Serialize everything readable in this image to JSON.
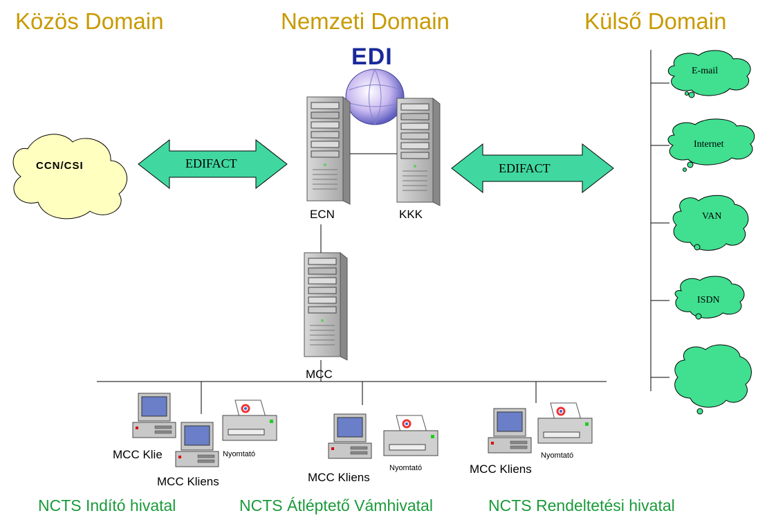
{
  "domains": {
    "common": "Közös Domain",
    "national": "Nemzeti Domain",
    "external": "Külső Domain"
  },
  "logo": "EDI",
  "ccn": "CCN/CSI",
  "arrows": {
    "left": "EDIFACT",
    "right": "EDIFACT"
  },
  "servers": {
    "ecn": "ECN",
    "kkk": "KKK",
    "mcc": "MCC"
  },
  "clouds": [
    "E-mail",
    "Internet",
    "VAN",
    "ISDN",
    ""
  ],
  "clients": {
    "c1": "MCC Klie",
    "c2": "MCC Kliens",
    "c3": "MCC Kliens",
    "c4": "MCC Kliens"
  },
  "printers": {
    "p1": "Nyomtató",
    "p2": "Nyomtató",
    "p3": "Nyomtató"
  },
  "offices": {
    "start": "NCTS Indító hivatal",
    "transit": "NCTS Átléptető Vámhivatal",
    "destination": "NCTS Rendeltetési hivatal"
  },
  "colors": {
    "title": "#c89a00",
    "office": "#1a9a3a",
    "arrow": "#40d8a0",
    "ccn_cloud": "#ffffc0",
    "cloud": "#40e090"
  }
}
